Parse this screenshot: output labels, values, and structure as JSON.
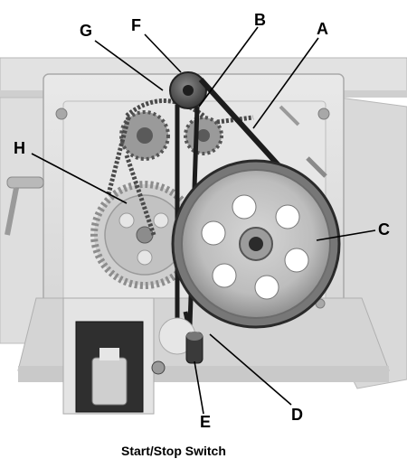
{
  "callouts": {
    "a": "A",
    "b": "B",
    "c": "C",
    "d": "D",
    "e": "E",
    "f": "F",
    "g": "G",
    "h": "H"
  },
  "caption": "Start/Stop Switch"
}
